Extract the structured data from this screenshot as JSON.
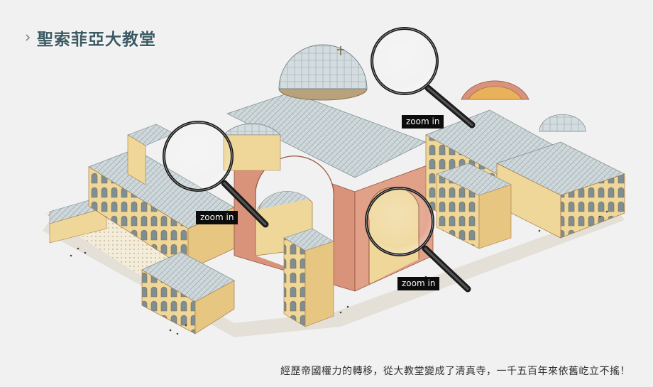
{
  "header": {
    "title": "聖索菲亞大教堂",
    "bullet_icon": "chevron-right-icon"
  },
  "zoom_buttons": [
    {
      "label": "zoom in",
      "target": "dome"
    },
    {
      "label": "zoom in",
      "target": "west-wing"
    },
    {
      "label": "zoom in",
      "target": "nave-arch"
    }
  ],
  "caption": "經歷帝國權力的轉移，從大教堂變成了清真寺，一千五百年來依舊屹立不搖！",
  "colors": {
    "background": "#f1f1f1",
    "title": "#3c5a63",
    "roof": "#c9d3d6",
    "wall": "#efd79a",
    "brick": "#d8937a",
    "button_bg": "#0c0c0c"
  }
}
